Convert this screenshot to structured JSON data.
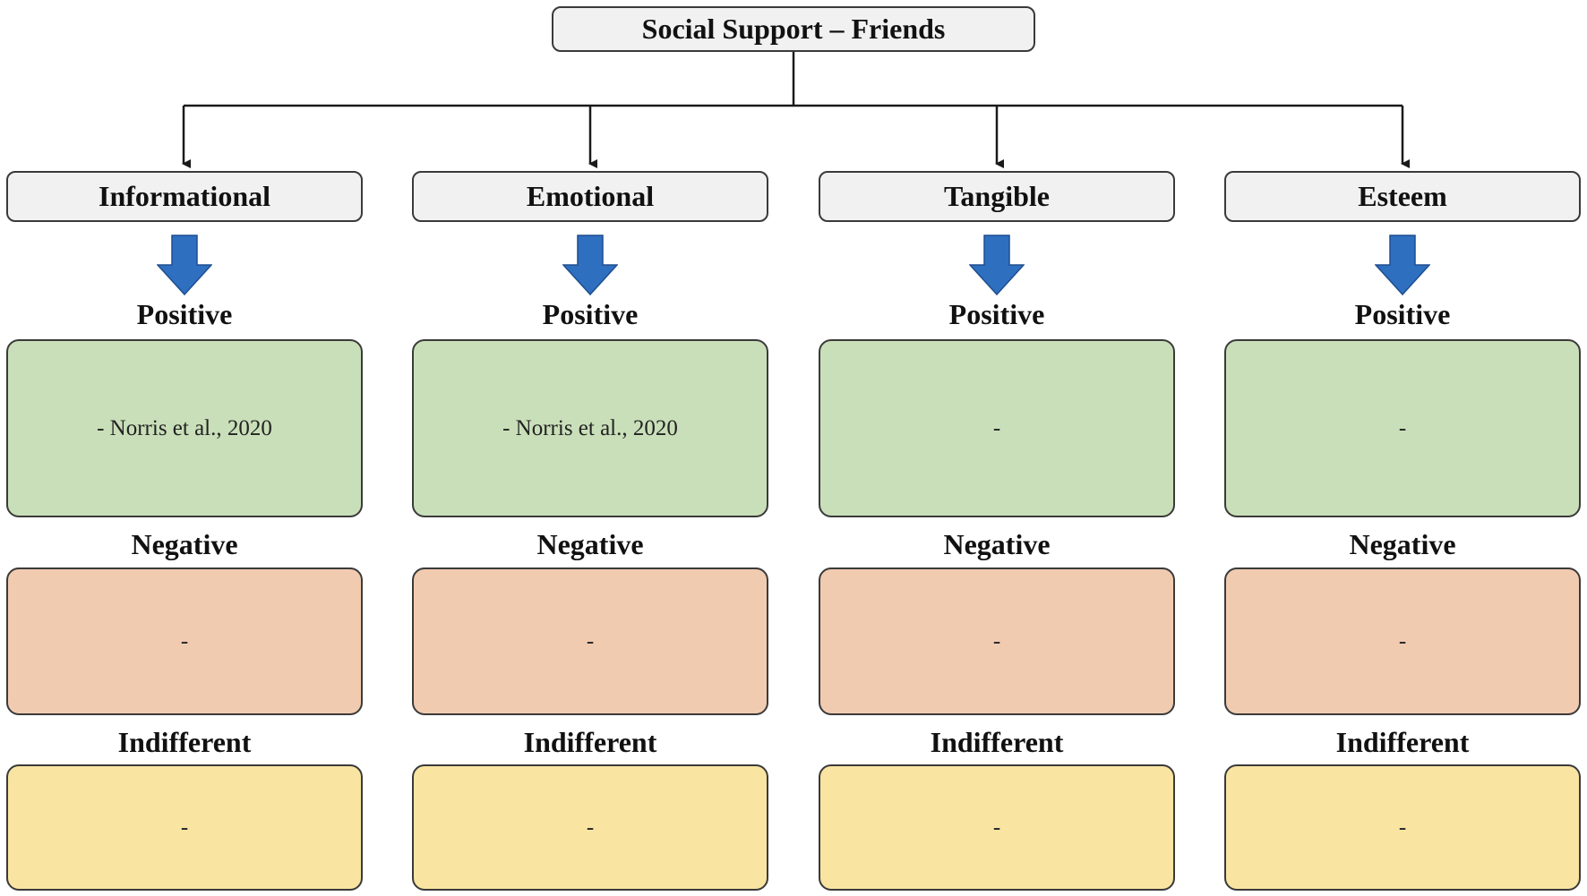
{
  "root": {
    "label": "Social Support – Friends"
  },
  "colors": {
    "positive": "#c9dfb9",
    "negative": "#f1cbb0",
    "indifferent": "#f9e4a1",
    "arrow": "#2f6fc0",
    "box": "#f1f1f1"
  },
  "icons": {
    "down_arrow": "down-arrow-icon"
  },
  "columns": [
    {
      "category": "Informational",
      "positive_label": "Positive",
      "positive_text": "- Norris et al., 2020",
      "negative_label": "Negative",
      "negative_text": "-",
      "indifferent_label": "Indifferent",
      "indifferent_text": "-"
    },
    {
      "category": "Emotional",
      "positive_label": "Positive",
      "positive_text": "- Norris et al., 2020",
      "negative_label": "Negative",
      "negative_text": "-",
      "indifferent_label": "Indifferent",
      "indifferent_text": "-"
    },
    {
      "category": "Tangible",
      "positive_label": "Positive",
      "positive_text": "-",
      "negative_label": "Negative",
      "negative_text": "-",
      "indifferent_label": "Indifferent",
      "indifferent_text": "-"
    },
    {
      "category": "Esteem",
      "positive_label": "Positive",
      "positive_text": "-",
      "negative_label": "Negative",
      "negative_text": "-",
      "indifferent_label": "Indifferent",
      "indifferent_text": "-"
    }
  ]
}
